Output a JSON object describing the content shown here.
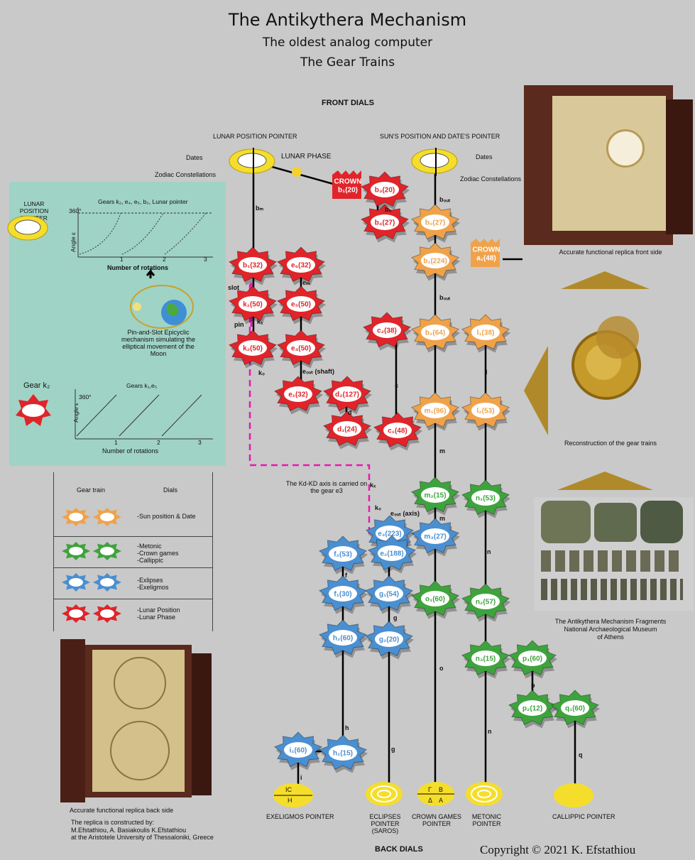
{
  "title": "The Antikythera Mechanism",
  "subtitle": "The oldest analog computer",
  "subtitle2": "The Gear Trains",
  "front_dials": "FRONT DIALS",
  "back_dials": "BACK DIALS",
  "lunar_pointer": "LUNAR POSITION POINTER",
  "sun_pointer": "SUN'S POSITION AND DATE'S POINTER",
  "lunar_phase": "LUNAR PHASE",
  "dates": "Dates",
  "zodiac": "Zodiac Constellations",
  "crown": "CROWN",
  "colors": {
    "red": "#e0242a",
    "orange": "#f0a24a",
    "green": "#3ea33c",
    "blue": "#4a8fd0",
    "yellow": "#f5de2b",
    "inset": "#9fd3c5",
    "bg": "#c9c9c9",
    "magenta": "#e61ab0",
    "gold": "#b08a2a"
  },
  "gears": [
    {
      "id": "b1",
      "label": "b₁(32)",
      "color": "red"
    },
    {
      "id": "e6",
      "label": "e₆(32)",
      "color": "red"
    },
    {
      "id": "k1",
      "label": "k₁(50)",
      "color": "red"
    },
    {
      "id": "e5",
      "label": "e₅(50)",
      "color": "red"
    },
    {
      "id": "k2",
      "label": "k₂(50)",
      "color": "red"
    },
    {
      "id": "e4",
      "label": "e₄(50)",
      "color": "red"
    },
    {
      "id": "e1",
      "label": "e₁(32)",
      "color": "red"
    },
    {
      "id": "d2",
      "label": "d₂(127)",
      "color": "red"
    },
    {
      "id": "d1",
      "label": "d₁(24)",
      "color": "red"
    },
    {
      "id": "c2",
      "label": "c₂(38)",
      "color": "red"
    },
    {
      "id": "c1",
      "label": "c₁(48)",
      "color": "red"
    },
    {
      "id": "b3",
      "label": "b₃(20)",
      "color": "red"
    },
    {
      "id": "b4",
      "label": "b₄(27)",
      "color": "red"
    },
    {
      "id": "b0",
      "label": "b₀(27)",
      "color": "orange"
    },
    {
      "id": "b1b",
      "label": "b₁(224)",
      "color": "orange"
    },
    {
      "id": "b2",
      "label": "b₂(64)",
      "color": "orange"
    },
    {
      "id": "l1",
      "label": "l₁(38)",
      "color": "orange"
    },
    {
      "id": "m1",
      "label": "m₁(96)",
      "color": "orange"
    },
    {
      "id": "l2",
      "label": "l₂(53)",
      "color": "orange"
    },
    {
      "id": "m2",
      "label": "m₂(15)",
      "color": "green"
    },
    {
      "id": "n1",
      "label": "n₁(53)",
      "color": "green"
    },
    {
      "id": "m3",
      "label": "m₃(27)",
      "color": "blue"
    },
    {
      "id": "e3",
      "label": "e₃(223)",
      "color": "blue"
    },
    {
      "id": "e2",
      "label": "e₂(188)",
      "color": "blue"
    },
    {
      "id": "f2",
      "label": "f₂(53)",
      "color": "blue"
    },
    {
      "id": "f1",
      "label": "f₁(30)",
      "color": "blue"
    },
    {
      "id": "g1",
      "label": "g₁(54)",
      "color": "blue"
    },
    {
      "id": "h2",
      "label": "h₂(60)",
      "color": "blue"
    },
    {
      "id": "g2",
      "label": "g₂(20)",
      "color": "blue"
    },
    {
      "id": "o1",
      "label": "o₁(60)",
      "color": "green"
    },
    {
      "id": "n2",
      "label": "n₂(57)",
      "color": "green"
    },
    {
      "id": "n3",
      "label": "n₃(15)",
      "color": "green"
    },
    {
      "id": "p1",
      "label": "p₁(60)",
      "color": "green"
    },
    {
      "id": "p2",
      "label": "p₂(12)",
      "color": "green"
    },
    {
      "id": "q1",
      "label": "q₁(60)",
      "color": "green"
    },
    {
      "id": "i1",
      "label": "i₁(60)",
      "color": "blue"
    },
    {
      "id": "h1",
      "label": "h₁(15)",
      "color": "blue"
    }
  ],
  "crown_gears": [
    {
      "id": "b1crown",
      "label": "b₁(20)",
      "color": "red"
    },
    {
      "id": "a1crown",
      "label": "a₁(48)",
      "color": "orange"
    }
  ],
  "shafts": [
    "b₀ᵤₜ",
    "bₘ",
    "b₀",
    "slot",
    "pin",
    "k₁",
    "k₀",
    "eₘ",
    "e₀ᵤₜ (shaft)",
    "d",
    "c",
    "l",
    "m",
    "m",
    "n",
    "o",
    "p",
    "n",
    "q",
    "f",
    "g",
    "h",
    "g",
    "i",
    "kₓ",
    "k₀",
    "e₀ᵤₜ (axis)",
    "b₀ᵤₜ"
  ],
  "shaft_labels": {
    "bin": "bₘ",
    "bo": "b₀",
    "bout": "b₀ᵤₜ",
    "bout2": "b₀ᵤₜ",
    "slot": "slot",
    "pin": "pin",
    "k1": "k₁",
    "kD": "k₀",
    "ein": "eₘ",
    "eout": "e₀ᵤₜ (shaft)",
    "d": "d",
    "c": "c",
    "l": "l",
    "m": "m",
    "m2": "m",
    "n": "n",
    "o": "o",
    "p": "p",
    "n2": "n",
    "q": "q",
    "f": "f",
    "g": "g",
    "h": "h",
    "g2": "g",
    "i": "i",
    "kx": "kₓ",
    "kD2": "k₀",
    "eaxis": "e₀ᵤₜ (axis)"
  },
  "kd_note": "The Kd-KD axis is carried on the gear e3",
  "inset": {
    "lunar_pos": "LUNAR POSITION POINTER",
    "graph1_title": "Gears k₂, e₄, e₅, b₃, Lunar pointer",
    "graph1_y": "Angle ε",
    "graph1_x": "Number of rotations",
    "graph1_ytick": "360°",
    "graph1_xticks": [
      "1",
      "2",
      "3"
    ],
    "pin_slot": "Pin-and-Slot Epicyclic mechanism simulating the elliptical movement of the Moon",
    "gear_k": "Gear k₂",
    "graph2_title": "Gears k₁,e₅",
    "graph2_y": "Angle ε",
    "graph2_x": "Number of rotations",
    "graph2_ytick": "360°",
    "graph2_xticks": [
      "1",
      "2",
      "3"
    ]
  },
  "legend": {
    "h1": "Gear train",
    "h2": "Dials",
    "rows": [
      {
        "color": "orange",
        "text": "-Sun position & Date"
      },
      {
        "color": "green",
        "text": "-Metonic\n-Crown games\n-Callippic"
      },
      {
        "color": "blue",
        "text": "-Exlipses\n-Exeligmos"
      },
      {
        "color": "red",
        "text": "-Lunar Position\n-Lunar Phase"
      }
    ]
  },
  "captions": {
    "front": "Accurate functional replica front side",
    "recon": "Reconstruction of the gear trains",
    "frag1": "The Antikythera Mechanism Fragments",
    "frag2": "National Archaeological Museum",
    "frag3": "of Athens",
    "back": "Accurate functional replica back side",
    "credit1": "The replica is constructed by:",
    "credit2": "M.Efstathiou, A. Basiakoulis K.Efstathiou",
    "credit3": "at the Aristotele University of Thessaloniki, Greece"
  },
  "pointers": {
    "exeligmos": "EXELIGMOS POINTER",
    "eclipses": "ECLIPSES\nPOINTER\n(SAROS)",
    "crown_games": "CROWN GAMES\nPOINTER",
    "metonic": "METONIC\nPOINTER",
    "callippic": "CALLIPPIC POINTER"
  },
  "dial_letters": {
    "ic": "IC",
    "h": "H",
    "gamma": "Γ",
    "beta": "B",
    "delta": "Δ",
    "alpha": "A"
  },
  "copyright": "Copyright © 2021 K. Efstathiou"
}
